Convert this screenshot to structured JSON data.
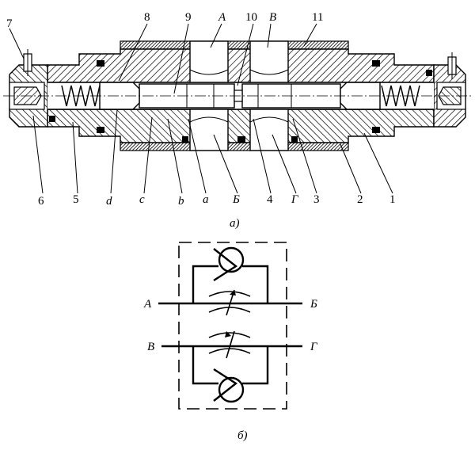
{
  "figure_a": {
    "caption": "а)",
    "callouts": {
      "n1": "1",
      "n2": "2",
      "n3": "3",
      "n4": "4",
      "n5": "5",
      "n6": "6",
      "n7": "7",
      "n8": "8",
      "n9": "9",
      "n10": "10",
      "n11": "11",
      "portA": "А",
      "portB": "В",
      "portBe": "Б",
      "portGe": "Г",
      "a": "a",
      "b": "b",
      "c": "c",
      "d": "d"
    }
  },
  "figure_b": {
    "caption": "б)",
    "ports": {
      "left_top": "А",
      "right_top": "Б",
      "left_bottom": "В",
      "right_bottom": "Г"
    }
  },
  "colors": {
    "ink": "#000000",
    "background": "#ffffff"
  }
}
